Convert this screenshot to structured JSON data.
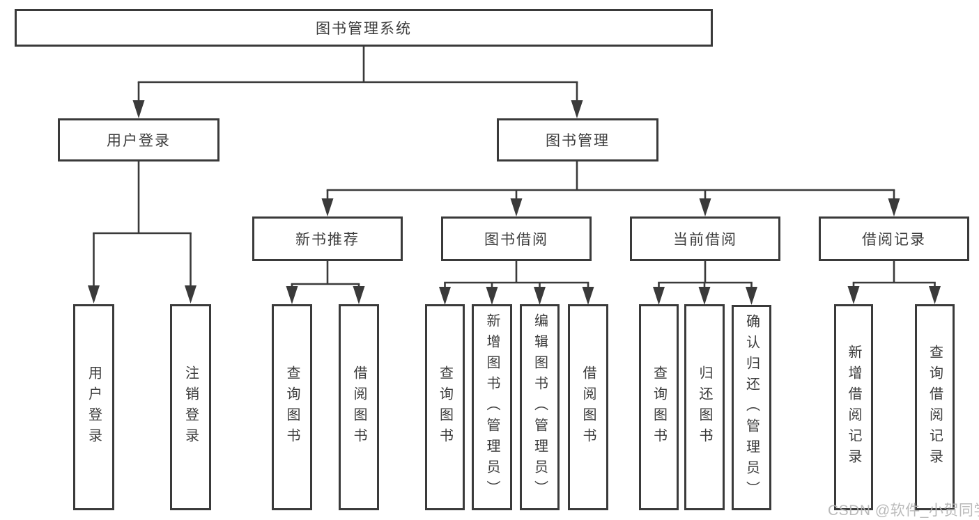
{
  "diagram_type": "function-tree",
  "colors": {
    "line": "#3a3a3a",
    "box_border": "#3a3a3a",
    "text": "#3c3c3c",
    "background": "#ffffff",
    "watermark": "#b5b5b5"
  },
  "tree": {
    "root": {
      "label": "图书管理系统"
    },
    "branches": [
      {
        "label": "用户登录",
        "children": [
          {
            "label": "用户登录"
          },
          {
            "label": "注销登录"
          }
        ]
      },
      {
        "label": "图书管理",
        "children": [
          {
            "label": "新书推荐",
            "children": [
              {
                "label": "查询图书"
              },
              {
                "label": "借阅图书"
              }
            ]
          },
          {
            "label": "图书借阅",
            "children": [
              {
                "label": "查询图书"
              },
              {
                "label": "新增图书（管理员）"
              },
              {
                "label": "编辑图书（管理员）"
              },
              {
                "label": "借阅图书"
              }
            ]
          },
          {
            "label": "当前借阅",
            "children": [
              {
                "label": "查询图书"
              },
              {
                "label": "归还图书"
              },
              {
                "label": "确认归还（管理员）"
              }
            ]
          },
          {
            "label": "借阅记录",
            "children": [
              {
                "label": "新增借阅记录"
              },
              {
                "label": "查询借阅记录"
              }
            ]
          }
        ]
      }
    ]
  },
  "watermark": "CSDN @软件_小贺同学"
}
